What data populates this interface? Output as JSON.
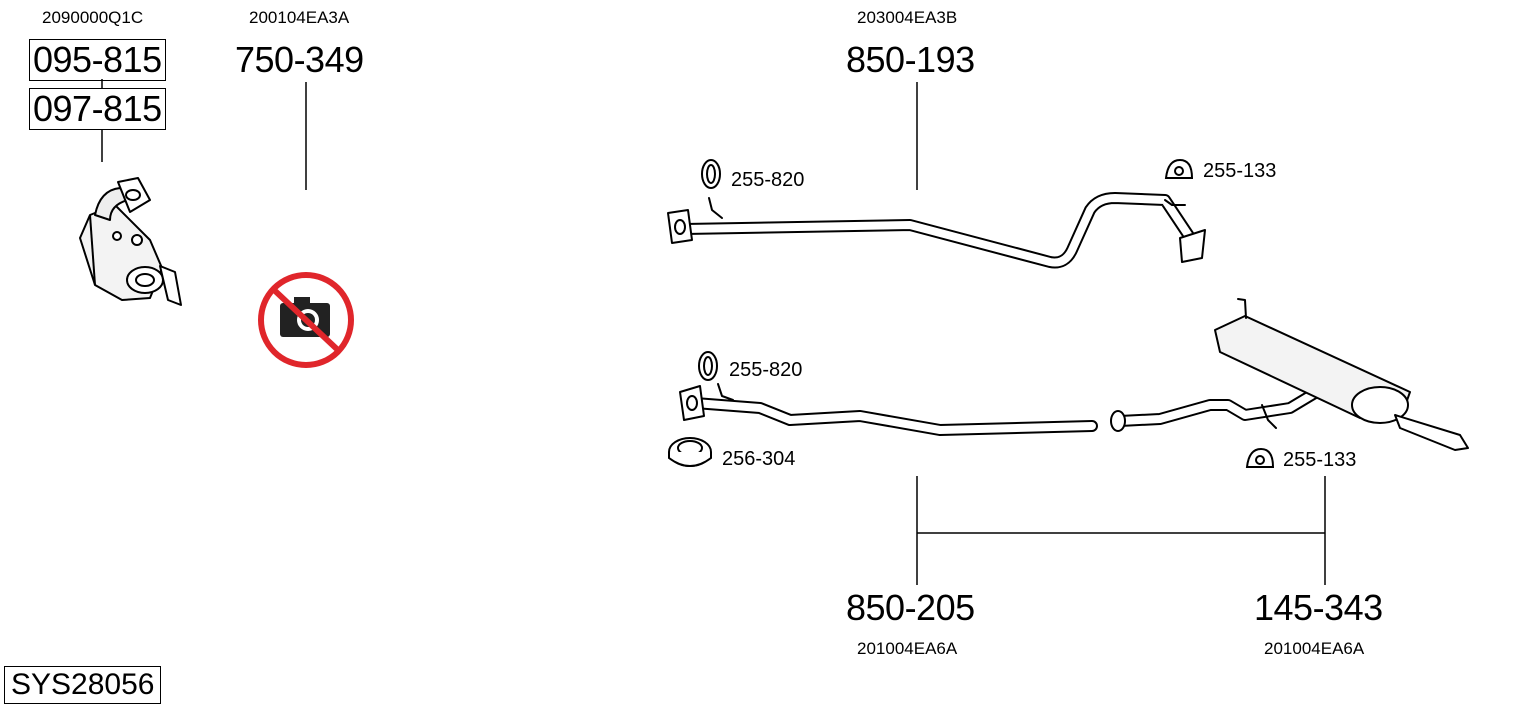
{
  "system_code": "SYS28056",
  "parts": [
    {
      "id": "cat",
      "oem": "2090000Q1C",
      "numbers": [
        "095-815",
        "097-815"
      ]
    },
    {
      "id": "bracket",
      "oem": "200104EA3A",
      "numbers": [
        "750-349"
      ]
    },
    {
      "id": "front-pipe",
      "oem": "203004EA3B",
      "numbers": [
        "850-193"
      ]
    },
    {
      "id": "mid-pipe",
      "oem": "201004EA6A",
      "numbers": [
        "850-205"
      ]
    },
    {
      "id": "rear-muffler",
      "oem": "201004EA6A",
      "numbers": [
        "145-343"
      ]
    }
  ],
  "accessories": {
    "top_hanger": "255-820",
    "top_mount": "255-133",
    "lower_hanger": "255-820",
    "gasket": "256-304",
    "lower_mount": "255-133"
  },
  "icons": {
    "no_image": "no-photo-icon"
  },
  "colors": {
    "no_image_red": "#e0262b"
  }
}
